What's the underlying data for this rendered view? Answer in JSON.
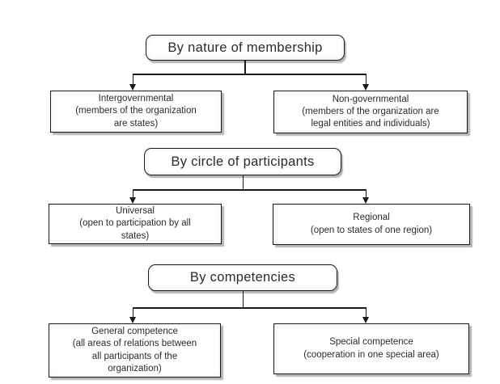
{
  "colors": {
    "background": "#ffffff",
    "box_fill": "#ffffff",
    "border": "#1a1a1a",
    "shadow": "#b5b5b5",
    "text": "#2b2b2b"
  },
  "sections": [
    {
      "header": "By nature of membership",
      "children": [
        {
          "title": "Intergovernmental",
          "subtitle": "(members of the organization\nare states)"
        },
        {
          "title": "Non-governmental",
          "subtitle": "(members of the organization are\nlegal entities and individuals)"
        }
      ]
    },
    {
      "header": "By circle of participants",
      "children": [
        {
          "title": "Universal",
          "subtitle": "(open to participation by all\nstates)"
        },
        {
          "title": "Regional",
          "subtitle": "(open to states of one region)"
        }
      ]
    },
    {
      "header": "By competencies",
      "children": [
        {
          "title": "General competence",
          "subtitle": "(all areas of relations between\nall participants of the\norganization)"
        },
        {
          "title": "Special competence",
          "subtitle": "(cooperation in one special area)"
        }
      ]
    }
  ]
}
